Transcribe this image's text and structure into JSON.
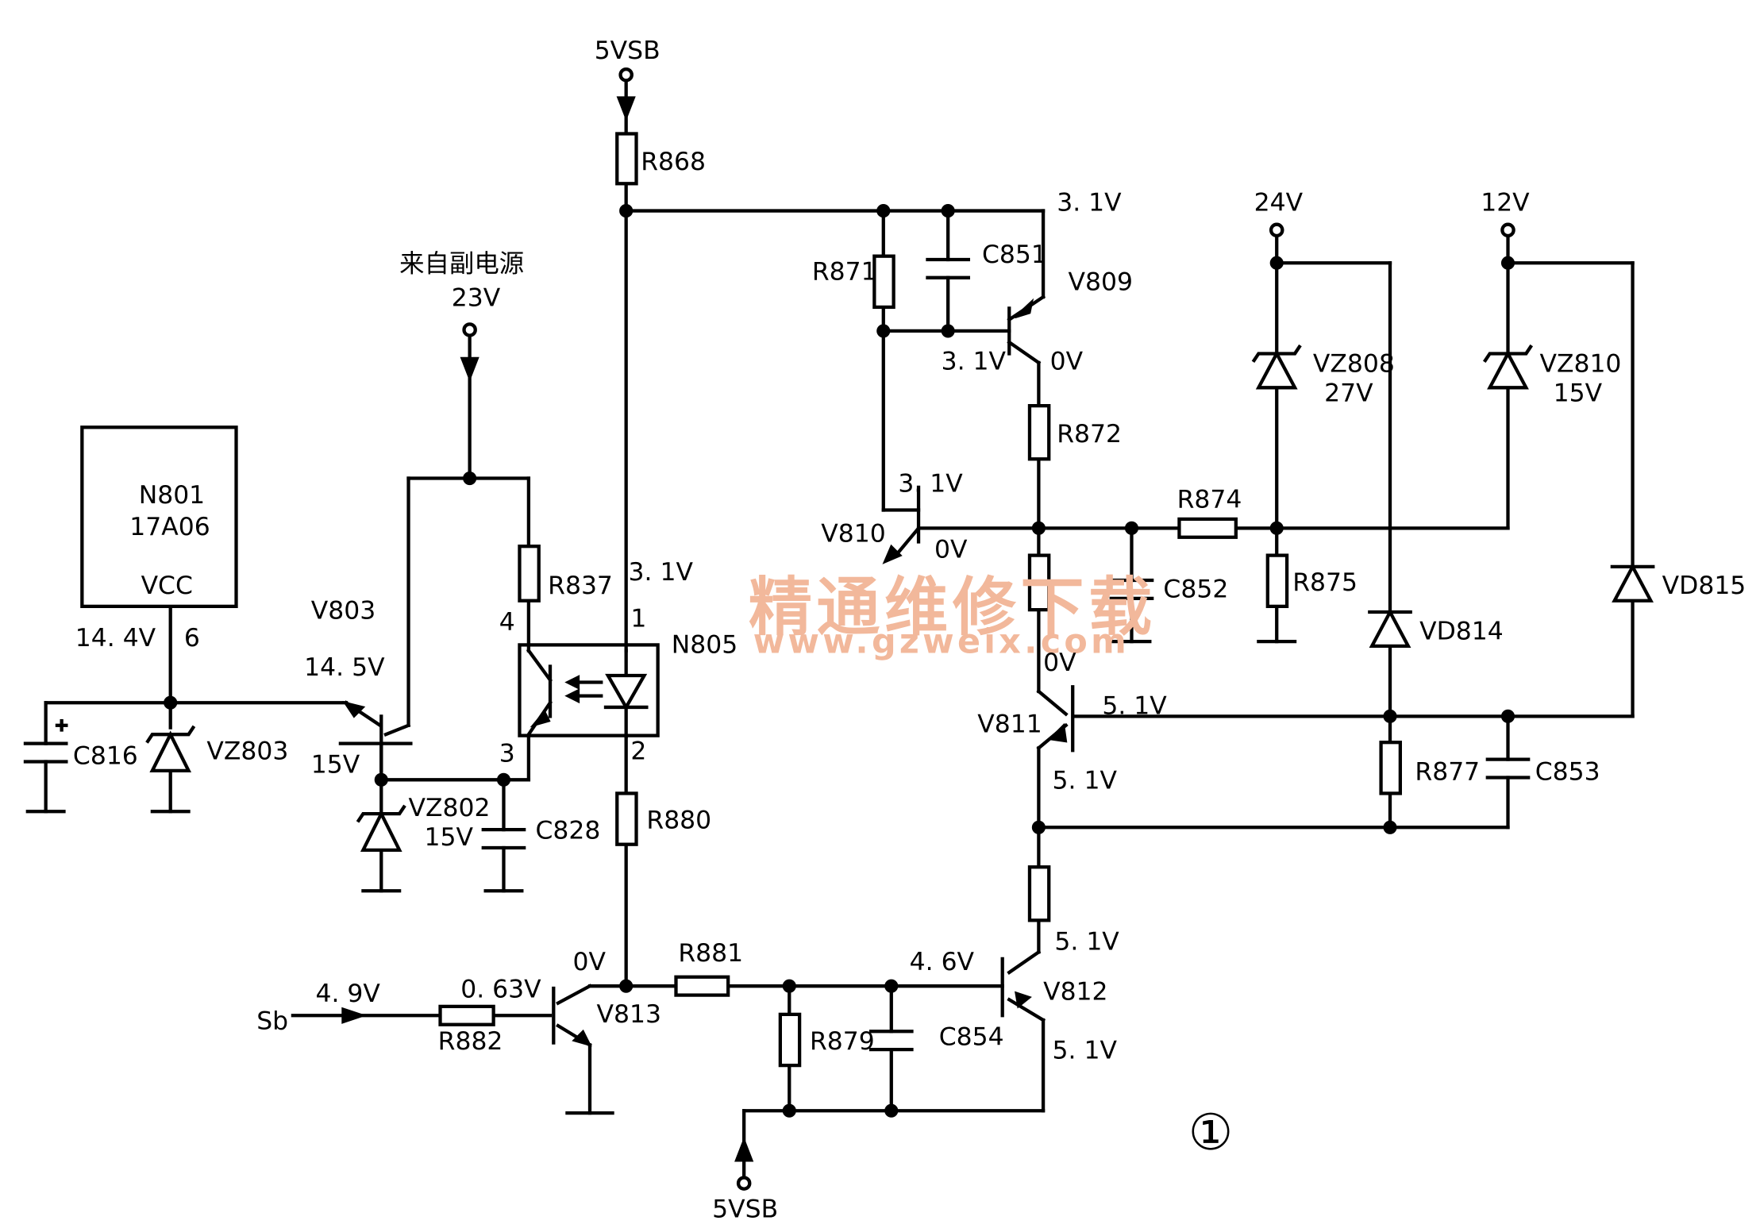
{
  "labels": {
    "vsb_top": "5VSB",
    "vsb_bottom": "5VSB",
    "from_aux": "来自副电源",
    "v23": "23V",
    "v24": "24V",
    "v12": "12V",
    "sb": "Sb",
    "figure_number": "①"
  },
  "ic": {
    "name": "N801",
    "part": "17A06",
    "pin_name": "VCC",
    "pin_number": "6"
  },
  "components": {
    "R868": "R868",
    "R871": "R871",
    "C851": "C851",
    "V809": "V809",
    "R872": "R872",
    "V810": "V810",
    "R874": "R874",
    "C852": "C852",
    "R875": "R875",
    "VZ808": "VZ808",
    "VZ808_v": "27V",
    "VZ810": "VZ810",
    "VZ810_v": "15V",
    "VD814": "VD814",
    "VD815": "VD815",
    "R837": "R837",
    "N805": "N805",
    "V803": "V803",
    "C816": "C816",
    "VZ803": "VZ803",
    "VZ802": "VZ802",
    "VZ802_v": "15V",
    "C828": "C828",
    "R880": "R880",
    "V811": "V811",
    "R877": "R877",
    "C853": "C853",
    "V812": "V812",
    "R881": "R881",
    "R879": "R879",
    "C854": "C854",
    "V813": "V813",
    "R882": "R882"
  },
  "pins": {
    "p1": "1",
    "p2": "2",
    "p3": "3",
    "p4": "4"
  },
  "voltages": {
    "v809_e": "3. 1V",
    "v809_b": "3. 1V",
    "v809_c": "0V",
    "v810_c": "3. 1V",
    "v810_e": "0V",
    "n805_top": "3. 1V",
    "ic_vcc": "14. 4V",
    "v803_e": "14. 5V",
    "v803_b": "15V",
    "v811_b": "0V",
    "v811_c": "5. 1V",
    "v811_e": "5. 1V",
    "v812_c": "5. 1V",
    "v812_b": "4. 6V",
    "v812_e": "5. 1V",
    "v813_c": "0V",
    "v813_b": "0. 63V",
    "sb_in": "4. 9V"
  },
  "watermark": {
    "cn": "精通维修下载",
    "url": "www.gzweix.com"
  },
  "colors": {
    "ink": "#000000",
    "watermark": "#f2b89b",
    "background": "#ffffff"
  }
}
